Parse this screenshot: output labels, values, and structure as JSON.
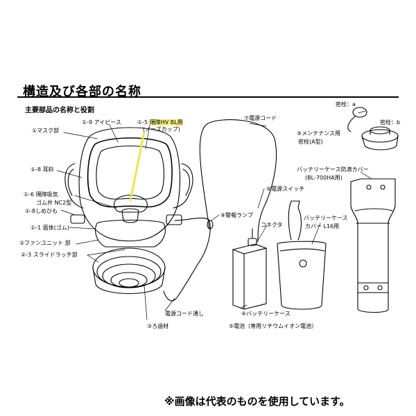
{
  "header": {
    "title": "構造及び各部の名称",
    "subtitle": "主要部品の名称と役割"
  },
  "labels": {
    "eyepiece": "①-9 アイピース",
    "nose_cup_prefix": "①-5",
    "nose_cup_highlight": "隔障HV BL用",
    "nose_cup_sub": "(ノーズカップ)",
    "power_cord": "⑦電源コード",
    "plug_a": "密栓：a",
    "plug_b": "密栓：b",
    "mask": "①マスク部",
    "maintenance_line1": "⑨メンテナンス用",
    "maintenance_line2": "密栓(A型)",
    "rim": "①-8 耳鈴",
    "cover_line1": "バッテリーケース防滴カバー",
    "cover_line2": "(BL-700HA用)",
    "exhale_line1": "①-6 隔障吸気",
    "exhale_line2": "ゴム弁 NC2型",
    "strap": "①-8しめひも",
    "power_switch": "⑥電源スイッチ",
    "body": "①-1 面体(ゴム)",
    "fan": "②ファンユニット 部",
    "alarm": "⑧警報ランプ",
    "connector": "コネクタ",
    "case_line1": "バッテリーケース",
    "case_line2": "カバー L16用",
    "latch": "②-3 スライドラッチ部",
    "cord_pass": "電源コード通し",
    "battery_case": "④バッテリーケース",
    "filter": "③ろ過材",
    "battery": "⑤電池（専用リチウムイオン電池）"
  },
  "footer": {
    "caption": "※画像は代表のものを使用しています。"
  }
}
